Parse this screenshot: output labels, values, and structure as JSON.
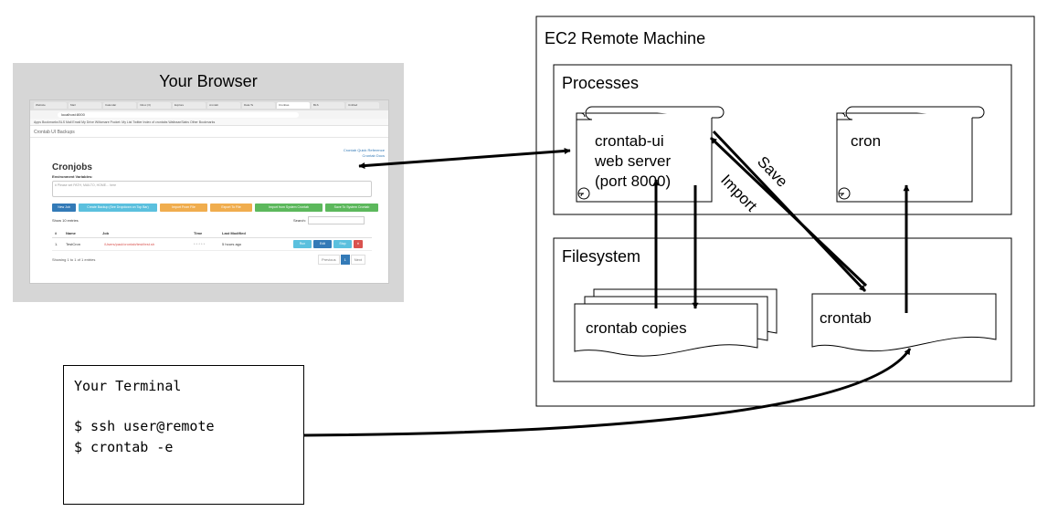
{
  "browser_label": "Your Browser",
  "terminal": {
    "title": "Your Terminal",
    "line1": "$ ssh user@remote",
    "line2": "$ crontab -e"
  },
  "ec2": {
    "title": "EC2 Remote Machine"
  },
  "processes": {
    "title": "Processes",
    "webserver_lines": [
      "crontab-ui",
      "web server",
      "(port 8000)"
    ],
    "cron": "cron"
  },
  "filesystem": {
    "title": "Filesystem",
    "copies": "crontab copies",
    "crontab": "crontab"
  },
  "edges": {
    "save": "Save",
    "import": "Import"
  },
  "mini_browser": {
    "tabs": [
      "Website",
      "Mail",
      "Calendar",
      "Inbox (3)",
      "Explore",
      "crontab",
      "Data Ts",
      "Cronbas",
      "BLS",
      "Untitled"
    ],
    "url": "localhost:8000",
    "bookmarks": "Apps  Bookmarks  BLS Mail  Email  My Drive  Wiltomare  Pocket: My List  Twitter  Index of crontabs  WaltraanSlabs  Other Bookmarks",
    "nav": "Crontab UI    Backups",
    "quickref": "Crontab Quick Reference",
    "docs": "Crontab Docs",
    "heading": "Cronjobs",
    "env_label": "Environment Variables:",
    "env_placeholder": "# Please set PATH, MAILTO, HOME... here",
    "buttons": [
      {
        "label": "New Job",
        "color": "#337ab7"
      },
      {
        "label": "Create Backup (See Dropdown on Top Bar)",
        "color": "#5bc0de"
      },
      {
        "label": "Import From File",
        "color": "#f0ad4e"
      },
      {
        "label": "Export To File",
        "color": "#f0ad4e"
      },
      {
        "label": "Import from System Crontab",
        "color": "#5cb85c"
      },
      {
        "label": "Save To System Crontab",
        "color": "#5cb85c"
      }
    ],
    "show_entries": "Show  10  entries",
    "search": "Search:",
    "columns": [
      "#",
      "Name",
      "Job",
      "Time",
      "Last Modified"
    ],
    "row": {
      "num": "1.",
      "name": "TestCron",
      "job": "/Users/paul/crontab/test/test.sh",
      "time": "* * * * *",
      "modified": "5 hours ago"
    },
    "row_buttons": [
      "Run",
      "Edit",
      "Stop"
    ],
    "showing": "Showing 1 to 1 of 1 entries",
    "pager": [
      "Previous",
      "1",
      "Next"
    ]
  }
}
